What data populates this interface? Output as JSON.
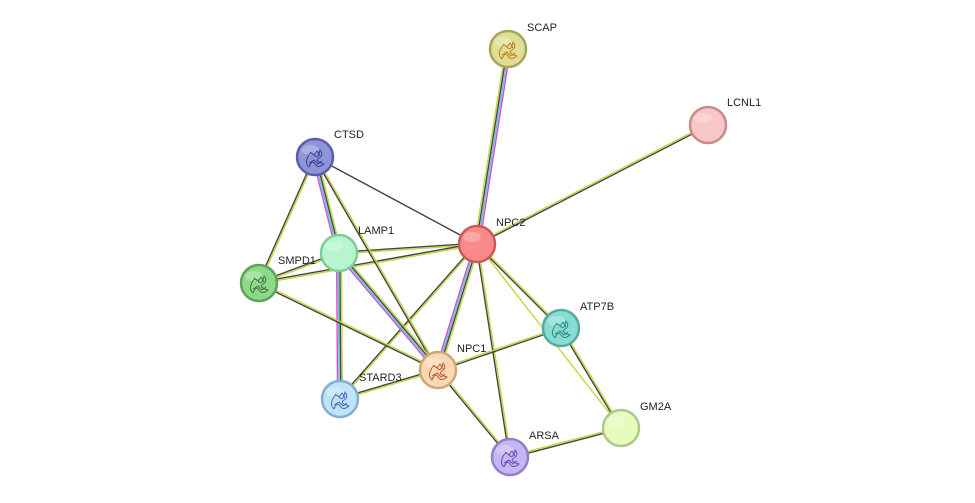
{
  "nodes": [
    {
      "id": "NPC2",
      "label": "NPC2",
      "color": "#f88a8a",
      "stroke": "#c95a5a",
      "structure": false
    },
    {
      "id": "SCAP",
      "label": "SCAP",
      "color": "#dede94",
      "stroke": "#a6a558",
      "structure": true,
      "glyph": "#c87a1a"
    },
    {
      "id": "LCNL1",
      "label": "LCNL1",
      "color": "#f7c6c6",
      "stroke": "#c88a8a",
      "structure": false
    },
    {
      "id": "CTSD",
      "label": "CTSD",
      "color": "#8e94d8",
      "stroke": "#5a5fa8",
      "structure": true,
      "glyph": "#3a3f98"
    },
    {
      "id": "LAMP1",
      "label": "LAMP1",
      "color": "#b6f5cf",
      "stroke": "#7dcc9c",
      "structure": false
    },
    {
      "id": "SMPD1",
      "label": "SMPD1",
      "color": "#8ed88a",
      "stroke": "#5aa656",
      "structure": true,
      "glyph": "#3a7a3a"
    },
    {
      "id": "ATP7B",
      "label": "ATP7B",
      "color": "#8adcd2",
      "stroke": "#55aaa0",
      "structure": true,
      "glyph": "#2a8a80"
    },
    {
      "id": "NPC1",
      "label": "NPC1",
      "color": "#fbd8b4",
      "stroke": "#cfa67c",
      "structure": true,
      "glyph": "#b05a3a"
    },
    {
      "id": "STARD3",
      "label": "STARD3",
      "color": "#bfe3f7",
      "stroke": "#7fb0d0",
      "structure": true,
      "glyph": "#4a6ab0"
    },
    {
      "id": "GM2A",
      "label": "GM2A",
      "color": "#e6fbbe",
      "stroke": "#aec888",
      "structure": false
    },
    {
      "id": "ARSA",
      "label": "ARSA",
      "color": "#c6b6f5",
      "stroke": "#9080c8",
      "structure": true,
      "glyph": "#6a4ab0"
    }
  ],
  "edges": [
    {
      "source": "NPC2",
      "target": "SCAP",
      "evidence": [
        "textmining",
        "coexpression",
        "database",
        "experimental"
      ]
    },
    {
      "source": "NPC2",
      "target": "LCNL1",
      "evidence": [
        "textmining",
        "coexpression"
      ]
    },
    {
      "source": "NPC2",
      "target": "CTSD",
      "evidence": [
        "coexpression"
      ]
    },
    {
      "source": "NPC2",
      "target": "LAMP1",
      "evidence": [
        "textmining",
        "coexpression"
      ]
    },
    {
      "source": "NPC2",
      "target": "SMPD1",
      "evidence": [
        "textmining",
        "coexpression"
      ]
    },
    {
      "source": "NPC2",
      "target": "NPC1",
      "evidence": [
        "textmining",
        "coexpression",
        "database",
        "experimental"
      ]
    },
    {
      "source": "NPC2",
      "target": "ATP7B",
      "evidence": [
        "textmining",
        "coexpression"
      ]
    },
    {
      "source": "NPC2",
      "target": "STARD3",
      "evidence": [
        "textmining",
        "coexpression"
      ]
    },
    {
      "source": "NPC2",
      "target": "ARSA",
      "evidence": [
        "textmining",
        "coexpression"
      ]
    },
    {
      "source": "NPC2",
      "target": "GM2A",
      "evidence": [
        "textmining"
      ]
    },
    {
      "source": "CTSD",
      "target": "LAMP1",
      "evidence": [
        "textmining",
        "coexpression",
        "database",
        "experimental"
      ]
    },
    {
      "source": "CTSD",
      "target": "SMPD1",
      "evidence": [
        "textmining",
        "coexpression"
      ]
    },
    {
      "source": "CTSD",
      "target": "NPC1",
      "evidence": [
        "textmining",
        "coexpression"
      ]
    },
    {
      "source": "LAMP1",
      "target": "SMPD1",
      "evidence": [
        "textmining",
        "coexpression"
      ]
    },
    {
      "source": "LAMP1",
      "target": "NPC1",
      "evidence": [
        "textmining",
        "coexpression",
        "database",
        "experimental"
      ]
    },
    {
      "source": "LAMP1",
      "target": "STARD3",
      "evidence": [
        "textmining",
        "coexpression",
        "database",
        "experimental"
      ]
    },
    {
      "source": "SMPD1",
      "target": "NPC1",
      "evidence": [
        "textmining",
        "coexpression"
      ]
    },
    {
      "source": "NPC1",
      "target": "ATP7B",
      "evidence": [
        "textmining",
        "coexpression"
      ]
    },
    {
      "source": "NPC1",
      "target": "STARD3",
      "evidence": [
        "textmining",
        "coexpression"
      ]
    },
    {
      "source": "NPC1",
      "target": "ARSA",
      "evidence": [
        "textmining",
        "coexpression"
      ]
    },
    {
      "source": "ATP7B",
      "target": "GM2A",
      "evidence": [
        "textmining",
        "coexpression"
      ]
    },
    {
      "source": "ARSA",
      "target": "GM2A",
      "evidence": [
        "textmining",
        "coexpression"
      ]
    }
  ],
  "evidence_colors": {
    "textmining": "#c6d63c",
    "coexpression": "#444444",
    "database": "#5fc3d8",
    "experimental": "#d04ed0"
  }
}
